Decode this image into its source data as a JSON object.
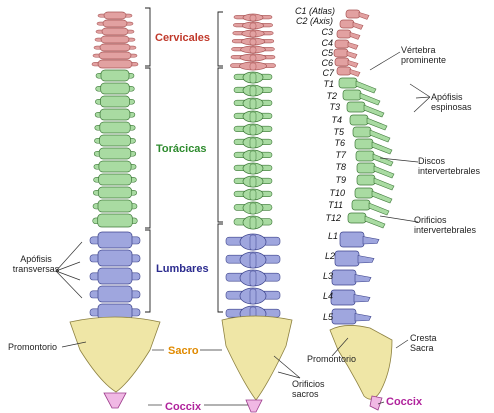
{
  "regions": {
    "cervicales": {
      "label": "Cervicales",
      "color": "#c0392b"
    },
    "toracicas": {
      "label": "Torácicas",
      "color": "#2e8b2e"
    },
    "lumbares": {
      "label": "Lumbares",
      "color": "#2b2b8f"
    },
    "sacro": {
      "label": "Sacro",
      "color": "#e08a00"
    },
    "coccix": {
      "label": "Coccix",
      "color": "#b0239c"
    }
  },
  "vertebra_labels": [
    "C1 (Atlas)",
    "C2 (Axis)",
    "C3",
    "C4",
    "C5",
    "C6",
    "C7",
    "T1",
    "T2",
    "T3",
    "T4",
    "T5",
    "T6",
    "T7",
    "T8",
    "T9",
    "T10",
    "T11",
    "T12",
    "L1",
    "L2",
    "L3",
    "L4",
    "L5"
  ],
  "annotations": {
    "apofisis_transversas": "Apófisis\ntransversas",
    "promontorio_left": "Promontorio",
    "promontorio_right": "Promontorio",
    "orificios_sacros": "Orificios\nsacros",
    "vertebra_prominente": "Vértebra\nprominente",
    "apofisis_espinosas": "Apófisis\nespinosas",
    "discos_intervertebrales": "Discos\nintervertebrales",
    "orificios_intervertebrales": "Orificios\nintervertebrales",
    "cresta_sacra": "Cresta\nSacra",
    "coccix_right": "Coccix"
  },
  "colors": {
    "cervical_fill": "#e2a1a1",
    "cervical_stroke": "#a85555",
    "thoracic_fill": "#a9dba2",
    "thoracic_stroke": "#3f7a3a",
    "lumbar_fill": "#9fa6de",
    "lumbar_stroke": "#3c438c",
    "sacrum_fill": "#efe6a6",
    "sacrum_stroke": "#8d8140",
    "coccyx_fill": "#f0b8e4",
    "coccyx_stroke": "#9d3c8c",
    "leader": "#333333"
  }
}
